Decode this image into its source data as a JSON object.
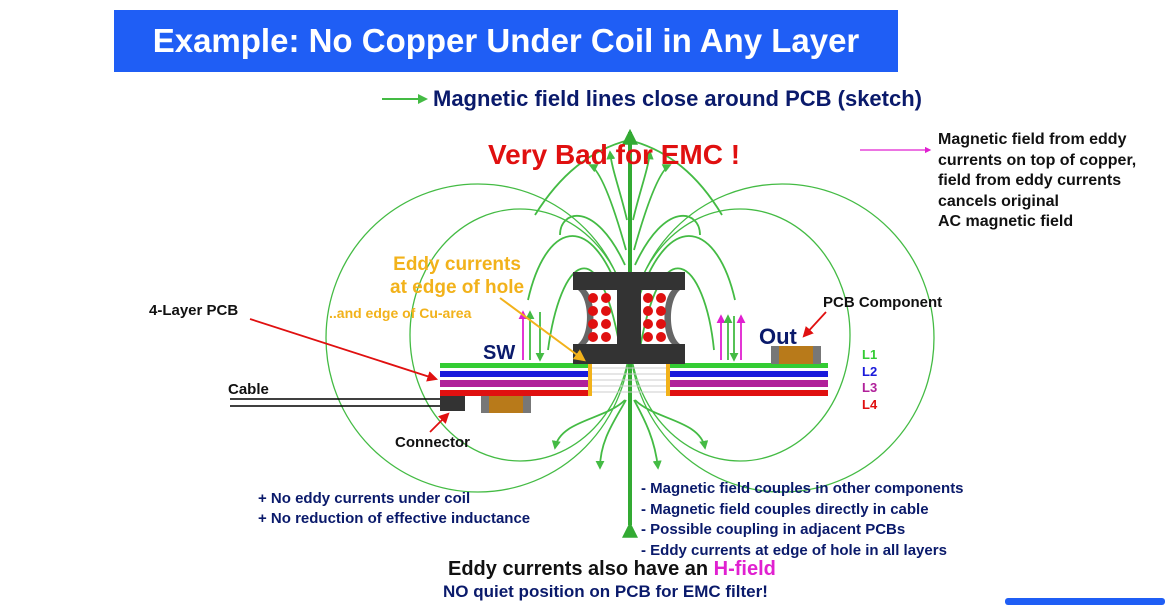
{
  "title": "Example: No Copper Under Coil in Any Layer",
  "legend_green": "Magnetic field lines close around PCB (sketch)",
  "headline": "Very Bad for EMC !",
  "legend_magenta_lines": [
    "Magnetic field from eddy",
    "currents on top of copper,",
    "field from eddy currents",
    "cancels original",
    "AC magnetic field"
  ],
  "labels": {
    "eddy_line1": "Eddy currents",
    "eddy_line2": "at edge of hole",
    "cu_area": "..and edge of Cu-area",
    "pcb4": "4-Layer PCB",
    "pcb_component": "PCB Component",
    "sw": "SW",
    "out": "Out",
    "cable": "Cable",
    "connector": "Connector"
  },
  "layers": [
    {
      "name": "L1",
      "color": "#33cc33"
    },
    {
      "name": "L2",
      "color": "#1a1adb"
    },
    {
      "name": "L3",
      "color": "#b0209a"
    },
    {
      "name": "L4",
      "color": "#e01010"
    }
  ],
  "pros": [
    "+ No eddy currents under coil",
    "+ No reduction of effective inductance"
  ],
  "cons": [
    "- Magnetic field couples in other components",
    "- Magnetic field couples directly in cable",
    "- Possible coupling in adjacent PCBs",
    "- Eddy currents at edge of hole in all layers"
  ],
  "footer_line1_prefix": "Eddy currents also have an ",
  "footer_line1_highlight": "H-field",
  "footer_line2": "NO quiet position on PCB for EMC filter!",
  "colors": {
    "title_bg": "#1f5ef5",
    "field_green": "#44bb44",
    "eddy_magenta": "#e020d0",
    "warning_red": "#e01010",
    "eddy_label_orange": "#f2b21b",
    "text_navy": "#0a1a6b"
  }
}
